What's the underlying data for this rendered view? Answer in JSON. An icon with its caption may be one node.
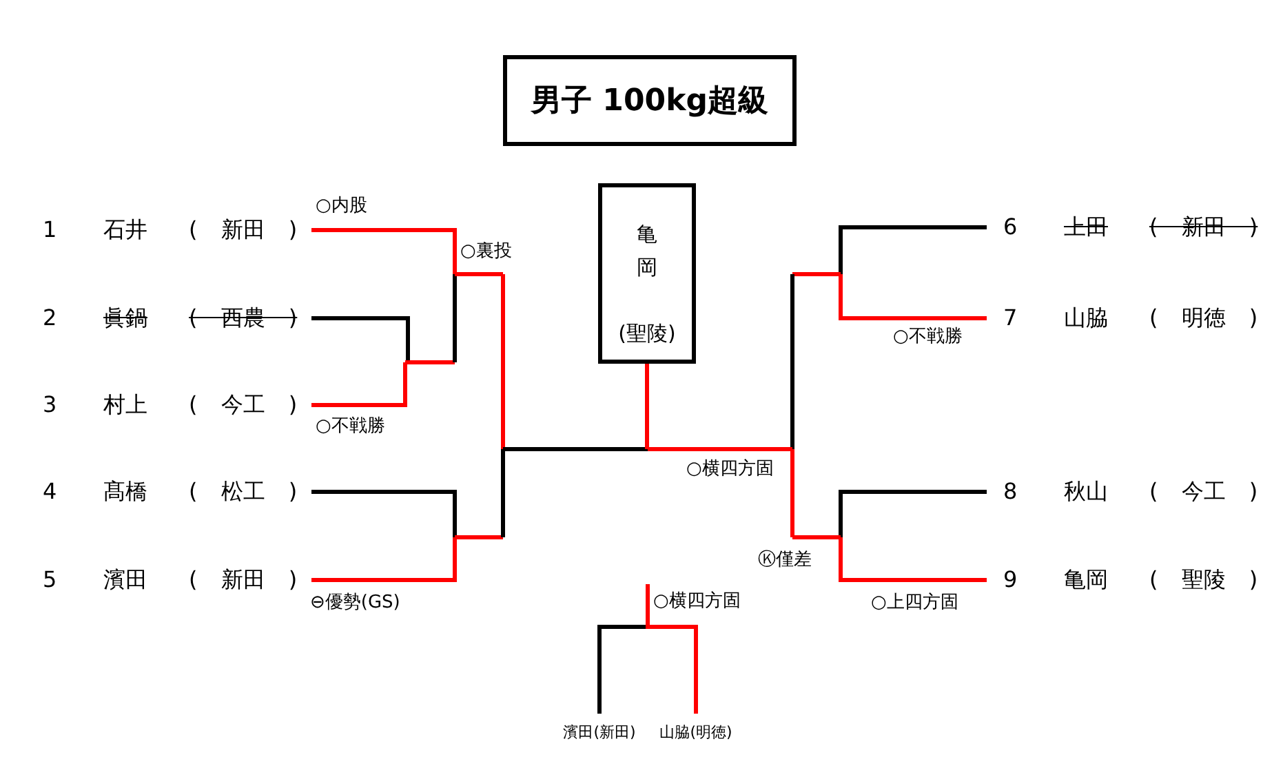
{
  "diagram": {
    "title": "男子 100kg超級",
    "nodes": [
      {
        "text": [
          "1",
          "石井",
          "( 新田 )"
        ]
      },
      {
        "text": [
          "2",
          "眞鍋",
          "( 西農 )"
        ]
      },
      {
        "text": [
          "3",
          "村上",
          "( 今工 )"
        ]
      },
      {
        "text": [
          "4",
          "髙橋",
          "( 松工 )"
        ]
      },
      {
        "text": [
          "5",
          "濱田",
          "( 新田 )"
        ]
      },
      {
        "text": [
          "6",
          "上田",
          "( 新田 )"
        ]
      },
      {
        "text": [
          "7",
          "山脇",
          "( 明徳 )"
        ]
      },
      {
        "text": [
          "8",
          "秋山",
          "( 今工 )"
        ]
      },
      {
        "text": [
          "9",
          "亀岡",
          "( 聖陵 )"
        ]
      },
      {
        "text": [
          "亀岡",
          "(聖陵)"
        ]
      },
      {
        "text": [
          "濱田(新田)"
        ]
      },
      {
        "text": [
          "山脇(明徳)"
        ]
      }
    ],
    "edges": [
      {
        "from": 0,
        "to": 9,
        "arrow": "none"
      },
      {
        "from": 1,
        "to": 9,
        "arrow": "none"
      },
      {
        "from": 2,
        "to": 9,
        "arrow": "none"
      },
      {
        "from": 3,
        "to": 9,
        "arrow": "none",
        "color": "#000000"
      },
      {
        "from": 4,
        "to": 9,
        "arrow": "none"
      },
      {
        "from": 5,
        "to": 9,
        "arrow": "none",
        "color": "#000000"
      },
      {
        "from": 6,
        "to": 9,
        "arrow": "none"
      },
      {
        "from": 7,
        "to": 9,
        "arrow": "none",
        "color": "#000000"
      },
      {
        "from": 8,
        "to": 9,
        "arrow": "none"
      },
      {
        "from": 10,
        "to": 11,
        "arrow": "none",
        "label": "○横四方固"
      }
    ],
    "labels": [
      "○内股",
      "○裏投",
      "○不戦勝",
      "○不戦勝",
      "○横四方固",
      "Ⓚ僅差",
      "⊖優勢(GS)",
      "○上四方固"
    ]
  }
}
